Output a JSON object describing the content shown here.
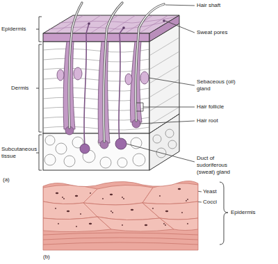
{
  "diagram": {
    "labels": [
      "Hair shaft",
      "Epidermis",
      "Sweat pores",
      "Dermis",
      "Sebaceous (oil) gland",
      "Hair follicle",
      "Hair root",
      "Subcutaneous tissue",
      "Duct of sudoriferous (sweat) gland",
      "(a)",
      "Yeast",
      "Cocci",
      "Epidermis",
      "(b)"
    ]
  }
}
